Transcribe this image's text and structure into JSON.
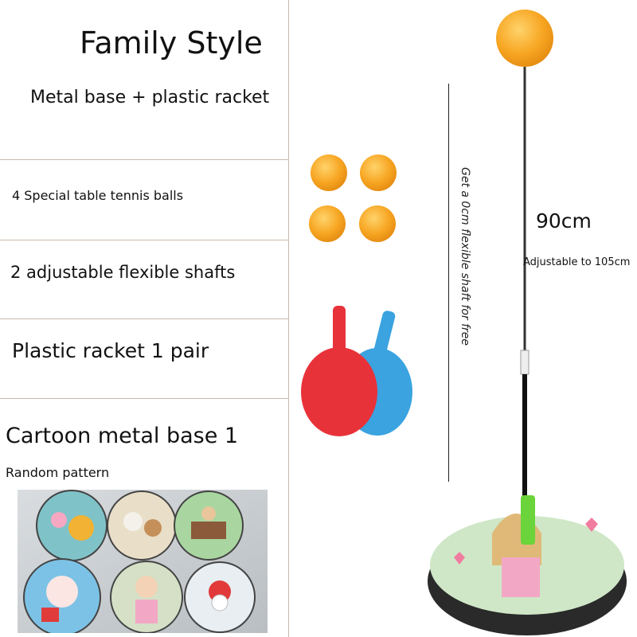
{
  "title": "Family Style",
  "subtitle": "Metal base + plastic racket",
  "items": {
    "balls": "4 Special table tennis balls",
    "shafts": "2 adjustable flexible shafts",
    "rackets": "Plastic racket 1 pair",
    "base": "Cartoon metal base 1",
    "base_note": "Random pattern"
  },
  "shaft_note": "Get a 0cm flexible shaft for free",
  "length": "90cm",
  "adjustable": "Adjustable to 105cm",
  "colors": {
    "ball": "#f5a623",
    "racket_red": "#e8323a",
    "racket_blue": "#3aa3e0",
    "shaft_green": "#6ad43a",
    "divider": "#c9b9ab"
  }
}
